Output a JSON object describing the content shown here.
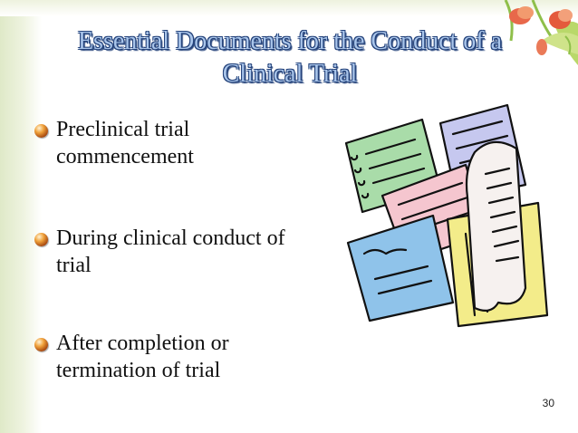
{
  "slide": {
    "title": "Essential Documents for the Conduct of a Clinical Trial",
    "bullets": [
      {
        "text": "Preclinical trial commencement"
      },
      {
        "text": "During clinical conduct of trial"
      },
      {
        "text": "After completion or termination of trial"
      }
    ],
    "page_number": "30",
    "illustration": "stack-of-documents-clipart",
    "decoration": "tulips",
    "colors": {
      "title_fill": "#a9c5ea",
      "title_outline": "#24427a",
      "bullet": "#e07a1f",
      "background_accent": "#dfe9c8"
    }
  }
}
